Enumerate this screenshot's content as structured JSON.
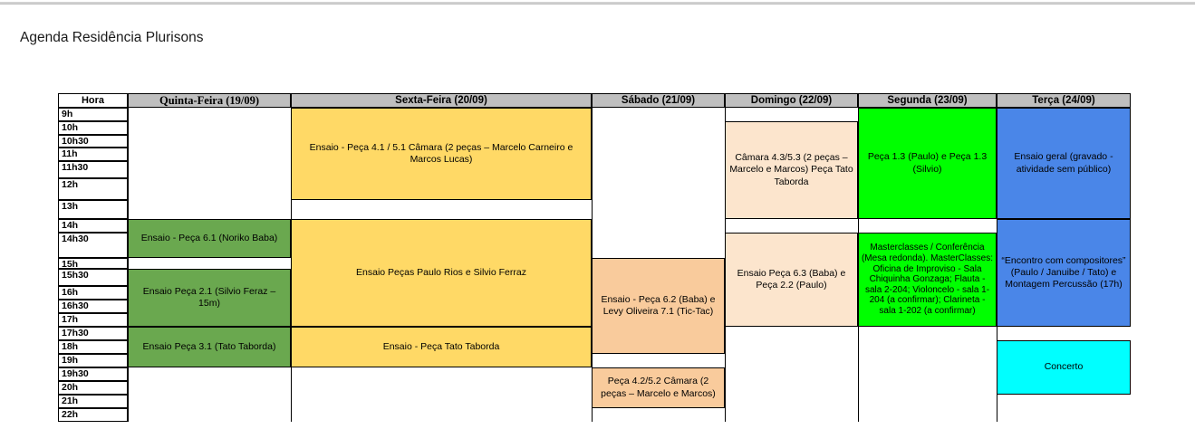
{
  "page": {
    "title": "Agenda Residência Plurisons"
  },
  "table": {
    "hour_header": "Hora",
    "day_headers": [
      "Quinta-Feira (19/09)",
      "Sexta-Feira (20/09)",
      "Sábado (21/09)",
      "Domingo (22/09)",
      "Segunda (23/09)",
      "Terça (24/09)"
    ],
    "hours": [
      "9h",
      "10h",
      "10h30",
      "11h",
      "11h30",
      "12h",
      "13h",
      "14h",
      "14h30",
      "15h",
      "15h30",
      "16h",
      "16h30",
      "17h",
      "17h30",
      "18h",
      "19h",
      "19h30",
      "20h",
      "21h",
      "22h"
    ],
    "colors": {
      "header_bg": "#BFBFBF",
      "green": "#6AA84F",
      "yellow": "#FFD966",
      "bright_green": "#00FF00",
      "peach": "#F9CB9C",
      "light_peach": "#FCE5CD",
      "blue": "#4A86E8",
      "cyan": "#00FFFF"
    },
    "blocks": [
      {
        "day": 0,
        "start": "14h",
        "end": "15h",
        "color": "green",
        "label": "Ensaio - Peça 6.1 (Noriko Baba)"
      },
      {
        "day": 0,
        "start": "15h30",
        "end": "17h30",
        "color": "green",
        "label": "Ensaio Peça 2.1 (Silvio Feraz –15m)"
      },
      {
        "day": 0,
        "start": "17h30",
        "end": "19h30",
        "color": "green",
        "label": "Ensaio Peça 3.1 (Tato Taborda)"
      },
      {
        "day": 1,
        "start": "9h",
        "end": "13h",
        "color": "yellow",
        "label": "Ensaio - Peça 4.1 / 5.1 Câmara (2 peças – Marcelo Carneiro e Marcos Lucas)"
      },
      {
        "day": 1,
        "start": "14h",
        "end": "17h30",
        "color": "yellow",
        "label": "Ensaio Peças Paulo Rios e Silvio Ferraz"
      },
      {
        "day": 1,
        "start": "17h30",
        "end": "19h30",
        "color": "yellow",
        "label": "Ensaio - Peça Tato Taborda"
      },
      {
        "day": 2,
        "start": "15h",
        "end": "19h",
        "color": "peach",
        "label": "Ensaio - Peça 6.2 (Baba) e Levy Oliveira 7.1 (Tic-Tac)"
      },
      {
        "day": 2,
        "start": "19h30",
        "end": "22h",
        "color": "peach",
        "label": "Peça 4.2/5.2 Câmara (2 peças – Marcelo e Marcos)"
      },
      {
        "day": 3,
        "start": "10h",
        "end": "14h",
        "color": "light_peach",
        "label": "Câmara 4.3/5.3 (2 peças – Marcelo e Marcos) Peça Tato Taborda"
      },
      {
        "day": 3,
        "start": "14h30",
        "end": "17h30",
        "color": "light_peach",
        "label": "Ensaio Peça 6.3 (Baba) e Peça 2.2 (Paulo)"
      },
      {
        "day": 4,
        "start": "9h",
        "end": "14h",
        "color": "bright_green",
        "label": "Peça 1.3 (Paulo) e Peça 1.3 (Silvio)"
      },
      {
        "day": 4,
        "start": "14h30",
        "end": "17h30",
        "color": "bright_green",
        "label": "Masterclasses / Conferência (Mesa redonda). MasterClasses: Oficina de Improviso - Sala Chiquinha Gonzaga; Flauta - sala 2-204; Violoncelo - sala 1-204 (a confirmar); Clarineta - sala 1-202 (a confirmar)"
      },
      {
        "day": 5,
        "start": "9h",
        "end": "14h",
        "color": "blue",
        "label": "Ensaio geral (gravado - atividade sem público)"
      },
      {
        "day": 5,
        "start": "14h",
        "end": "17h30",
        "color": "blue",
        "label": "“Encontro com compositores” (Paulo / Januibe / Tato) e Montagem Percussão (17h)"
      },
      {
        "day": 5,
        "start": "18h",
        "end": "21h",
        "color": "cyan",
        "label": "Concerto"
      }
    ]
  }
}
